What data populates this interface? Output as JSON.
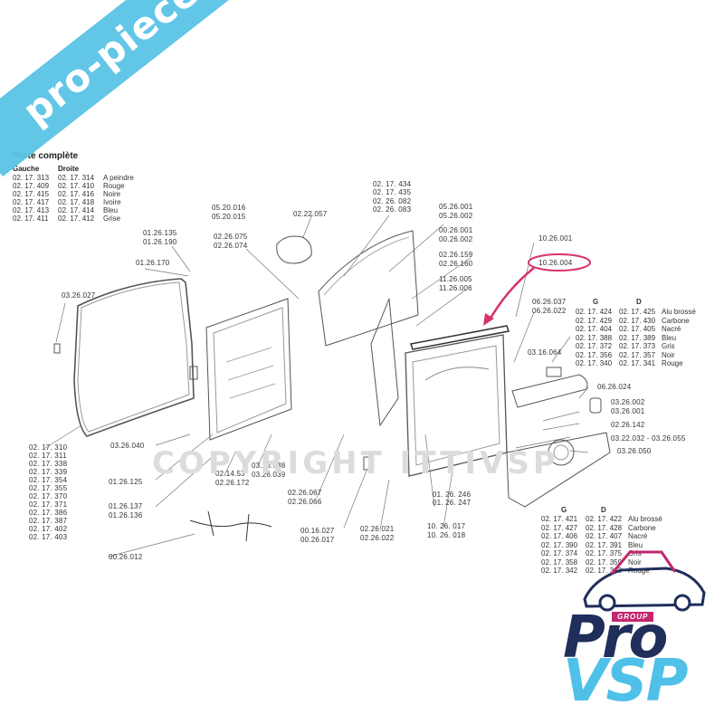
{
  "complete_door": {
    "title": "Porte complète",
    "col_left": "Gauche",
    "col_right": "Droite",
    "rows": [
      {
        "g": "02. 17. 313",
        "d": "02. 17. 314",
        "color": "A peindre"
      },
      {
        "g": "02. 17. 409",
        "d": "02. 17. 410",
        "color": "Rouge"
      },
      {
        "g": "02. 17. 415",
        "d": "02. 17. 416",
        "color": "Noire"
      },
      {
        "g": "02. 17. 417",
        "d": "02. 17. 418",
        "color": "Ivoire"
      },
      {
        "g": "02. 17. 413",
        "d": "02. 17. 414",
        "color": "Bleu"
      },
      {
        "g": "02. 17. 411",
        "d": "02. 17. 412",
        "color": "Grise"
      }
    ]
  },
  "watermark": {
    "banner": "pro-piece-vsp.com",
    "copyright": "COPYRIGHT ITTIVSP"
  },
  "part_labels": {
    "l_03_26_027": "03.26.027",
    "l_01_26_135": "01.26.135",
    "l_01_26_190": "01.26.190",
    "l_01_26_170": "01.26.170",
    "l_05_20_016": "05.20.016",
    "l_05_20_015": "05.20.015",
    "l_02_22_057": "02.22.057",
    "l_02_26_075": "02.26.075",
    "l_02_26_074": "02.26.074",
    "l_02_17_434": "02. 17. 434",
    "l_02_17_435": "02. 17. 435",
    "l_02_26_082": "02. 26. 082",
    "l_02_26_083": "02. 26. 083",
    "l_05_26_001": "05.26.001",
    "l_05_26_002": "05.26.002",
    "l_00_26_001": "00.26.001",
    "l_00_26_002": "00.26.002",
    "l_02_26_159": "02.26.159",
    "l_02_26_160": "02.26.160",
    "l_11_26_005": "11.26.005",
    "l_11_26_006": "11.26.006",
    "l_10_26_001": "10.26.001",
    "l_10_26_004": "10.26.004",
    "l_06_26_037": "06.26.037",
    "l_06_26_022": "06.26.022",
    "l_03_16_064": "03.16.064",
    "l_06_26_024": "06.26.024",
    "l_03_26_002": "03.26.002",
    "l_03_26_001": "03.26.001",
    "l_02_26_142": "02.26.142",
    "l_03_22_032": "03.22.032 - 03.26.055",
    "l_03_26_050": "03.26.050",
    "l_03_26_040": "03.26.040",
    "l_01_26_125": "01.26.125",
    "l_01_26_137": "01.26.137",
    "l_01_26_136": "01.26.136",
    "l_02_14_53": "02.14.53",
    "l_02_26_172": "02.26.172",
    "l_03_26_038": "03.26.038",
    "l_03_26_039": "03.26.039",
    "l_02_26_067": "02.26.067",
    "l_02_26_066": "02.26.066",
    "l_00_26_012": "00.26.012",
    "l_00_16_027": "00.16.027",
    "l_00_26_017": "00.26.017",
    "l_02_26_021": "02.26.021",
    "l_02_26_022": "02.26.022",
    "l_01_26_246": "01. 26. 246",
    "l_01_26_247": "01. 26. 247",
    "l_10_26_017": "10. 26. 017",
    "l_10_26_018": "10. 26. 018"
  },
  "outer_panel_list": [
    "02. 17. 310",
    "02. 17. 311",
    "02. 17. 338",
    "02. 17. 339",
    "02. 17. 354",
    "02. 17. 355",
    "02. 17. 370",
    "02. 17. 371",
    "02. 17. 386",
    "02. 17. 387",
    "02. 17. 402",
    "02. 17. 403"
  ],
  "trim_upper": {
    "head_g": "G",
    "head_d": "D",
    "rows": [
      {
        "g": "02. 17. 424",
        "d": "02. 17. 425",
        "color": "Alu brossé"
      },
      {
        "g": "02. 17. 429",
        "d": "02. 17. 430",
        "color": "Carbone"
      },
      {
        "g": "02. 17. 404",
        "d": "02. 17. 405",
        "color": "Nacré"
      },
      {
        "g": "02. 17. 388",
        "d": "02. 17. 389",
        "color": "Bleu"
      },
      {
        "g": "02. 17. 372",
        "d": "02. 17. 373",
        "color": "Gris"
      },
      {
        "g": "02. 17. 356",
        "d": "02. 17. 357",
        "color": "Noir"
      },
      {
        "g": "02. 17. 340",
        "d": "02. 17. 341",
        "color": "Rouge"
      }
    ]
  },
  "trim_lower": {
    "head_g": "G",
    "head_d": "D",
    "rows": [
      {
        "g": "02. 17. 421",
        "d": "02. 17. 422",
        "color": "Alu brossé"
      },
      {
        "g": "02. 17. 427",
        "d": "02. 17. 428",
        "color": "Carbone"
      },
      {
        "g": "02. 17. 406",
        "d": "02. 17. 407",
        "color": "Nacré"
      },
      {
        "g": "02. 17. 390",
        "d": "02. 17. 391",
        "color": "Bleu"
      },
      {
        "g": "02. 17. 374",
        "d": "02. 17. 375",
        "color": "Gris"
      },
      {
        "g": "02. 17. 358",
        "d": "02. 17. 359",
        "color": "Noir"
      },
      {
        "g": "02. 17. 342",
        "d": "02. 17. 343",
        "color": "Rouge"
      }
    ]
  },
  "logo": {
    "group": "GROUP",
    "line1": "Pro",
    "line2": "VSP"
  },
  "colors": {
    "banner": "#5ac4e6",
    "highlight": "#d6336c",
    "logo_dark": "#1f2e5a",
    "logo_light": "#4fc0e8"
  }
}
